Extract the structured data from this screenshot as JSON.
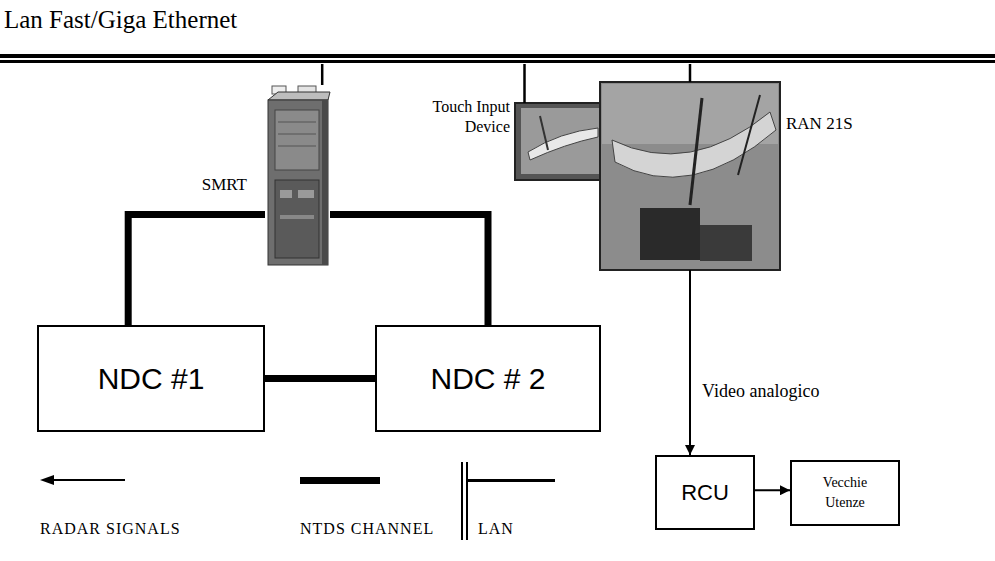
{
  "diagram": {
    "nodes": [
      {
        "text": [
          "Lan Fast/Giga Ethernet"
        ]
      },
      {
        "text": [
          "SMRT"
        ]
      },
      {
        "text": [
          "Touch Input Device"
        ]
      },
      {
        "text": [
          "RAN 21S"
        ]
      },
      {
        "text": [
          "NDC #1"
        ]
      },
      {
        "text": [
          "NDC # 2"
        ]
      },
      {
        "text": [
          "RCU"
        ]
      },
      {
        "text": [
          "Vecchie Utenze"
        ]
      }
    ],
    "edges": [
      {
        "from": 0,
        "to": 1,
        "arrow": "none"
      },
      {
        "from": 0,
        "to": 2,
        "arrow": "none"
      },
      {
        "from": 0,
        "to": 3,
        "arrow": "none"
      },
      {
        "from": 1,
        "to": 4,
        "arrow": "none"
      },
      {
        "from": 1,
        "to": 5,
        "arrow": "none"
      },
      {
        "from": 4,
        "to": 5,
        "arrow": "none"
      },
      {
        "from": 3,
        "to": 6,
        "label": "Video analogico",
        "arrow": "to"
      },
      {
        "from": 6,
        "to": 7,
        "arrow": "to"
      }
    ],
    "legend": [
      {
        "text": "RADAR SIGNALS"
      },
      {
        "text": "NTDS CHANNEL"
      },
      {
        "text": "LAN"
      }
    ]
  }
}
